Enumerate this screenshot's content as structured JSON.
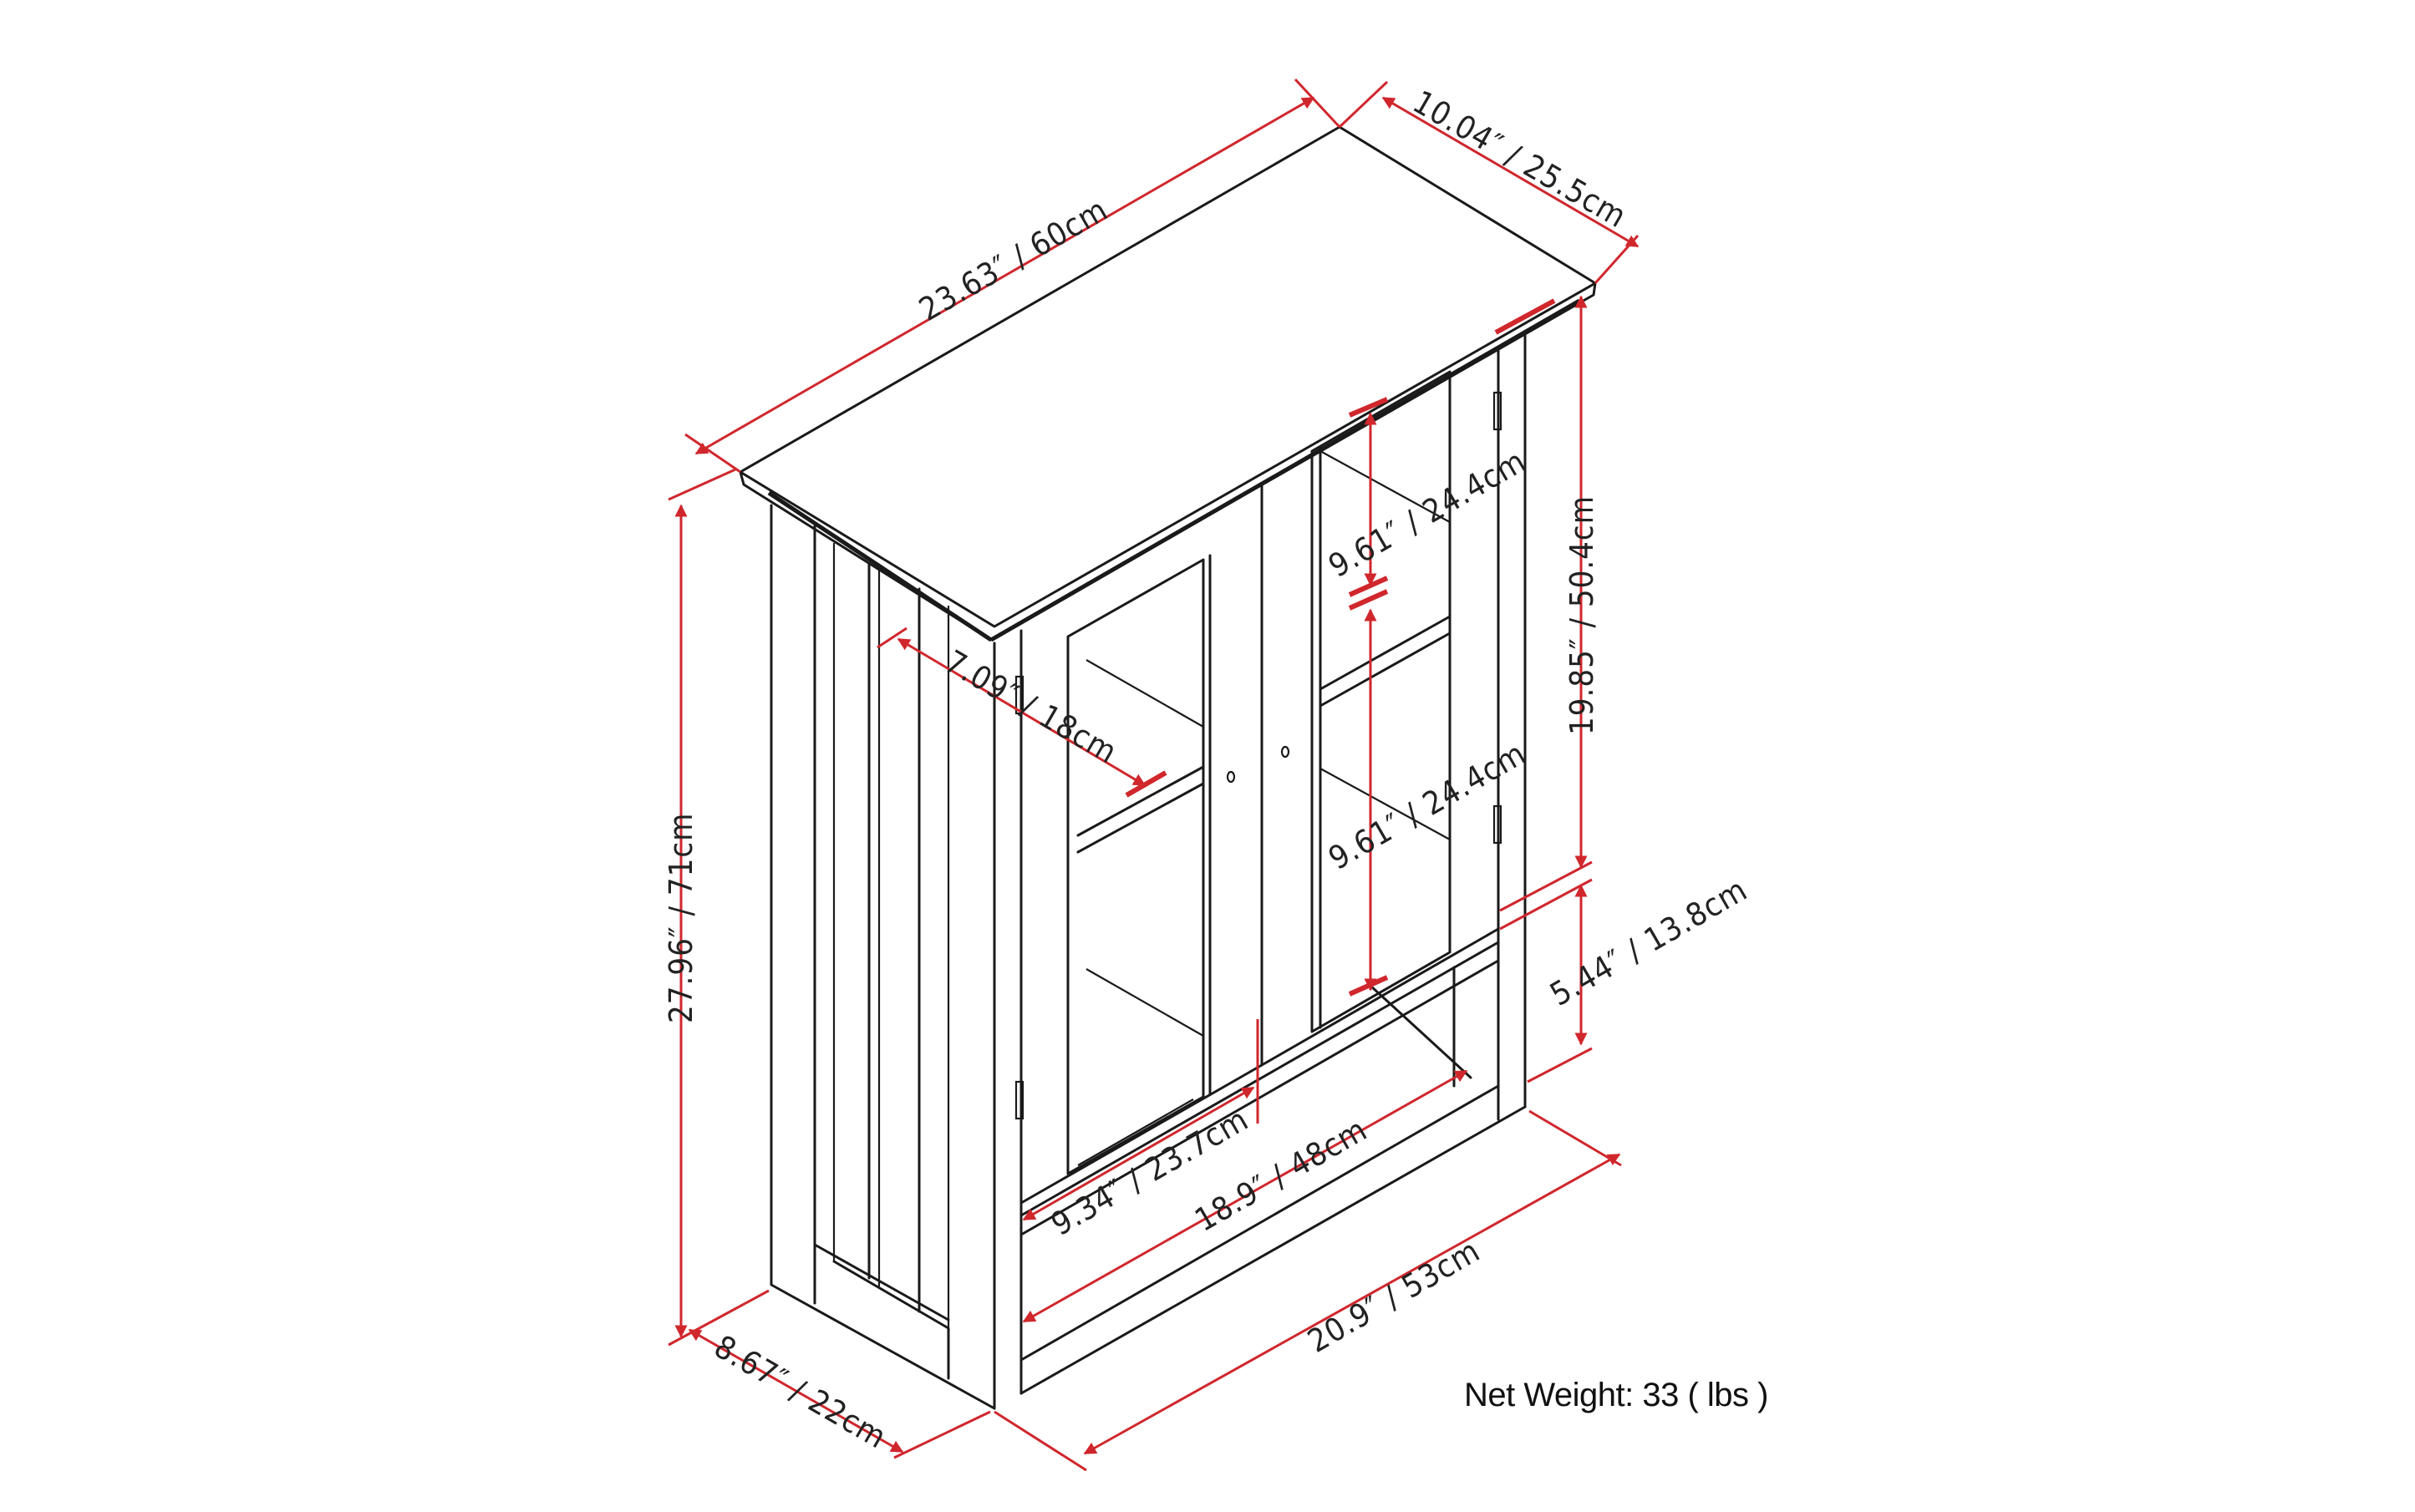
{
  "diagram": {
    "type": "product-dimension-drawing",
    "subject": "two-door glass cabinet with open bottom shelf",
    "colors": {
      "line": "#1a1a1a",
      "dimension": "#d0272d",
      "background": "#ffffff"
    },
    "dimensions": {
      "top_width": "23.63″ / 60cm",
      "top_depth": "10.04″ / 25.5cm",
      "total_height": "27.96″ / 71cm",
      "base_depth": "8.67″ / 22cm",
      "base_width": "20.9″ / 53cm",
      "inner_width": "18.9″ / 48cm",
      "door_width": "9.34″ / 23.7cm",
      "shelf_depth": "7.09″ / 18cm",
      "upper_shelf_gap": "9.61″ / 24.4cm",
      "lower_shelf_gap": "9.61″ / 24.4cm",
      "door_section_height": "19.85″ / 50.4cm",
      "open_shelf_height": "5.44″ / 13.8cm"
    },
    "net_weight": "Net Weight: 33 ( lbs )"
  }
}
